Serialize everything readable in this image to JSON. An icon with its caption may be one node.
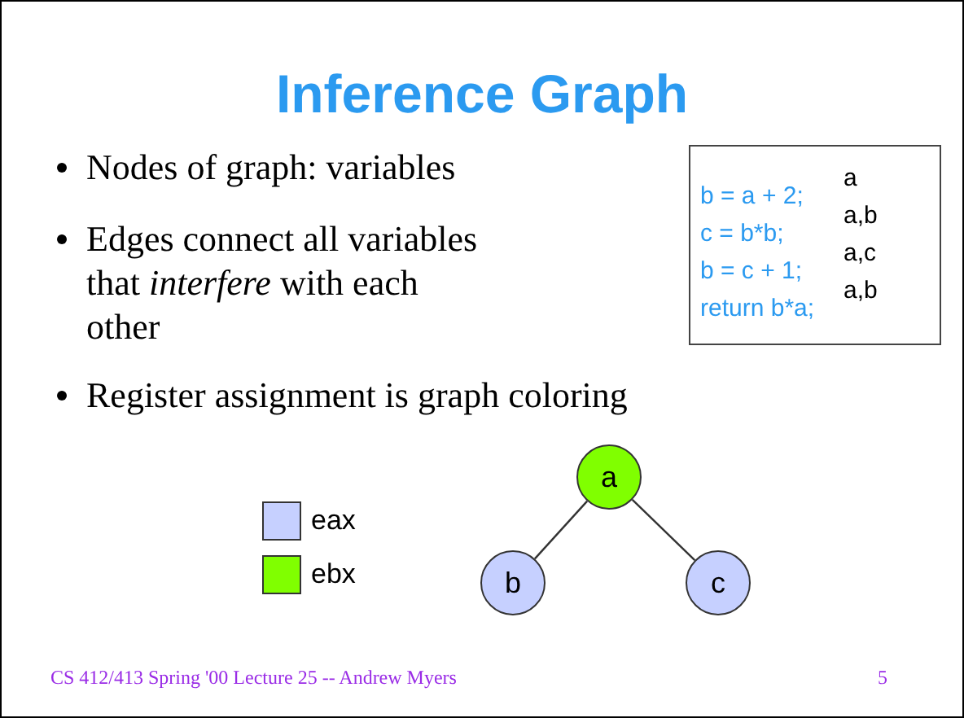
{
  "diagram": {
    "title": "Inference Graph",
    "nodes": [
      {
        "text": [
          "a",
          "b = a + 2;",
          "a,b",
          "c = b*b;",
          "a,c",
          "b = c + 1;",
          "a,b",
          "return b*a;"
        ]
      },
      {
        "text": [
          "a"
        ]
      },
      {
        "text": [
          "b"
        ]
      },
      {
        "text": [
          "c"
        ]
      }
    ],
    "edges": [
      {
        "from": 1,
        "to": 2,
        "arrow": "none"
      },
      {
        "from": 1,
        "to": 3,
        "arrow": "none"
      }
    ],
    "labels": [
      "Nodes of graph: variables",
      "Edges connect all variables that *interfere* with each other",
      "Register assignment is graph coloring",
      "CS 412/413 Spring '00 Lecture 25 -- Andrew Myers",
      "5"
    ],
    "legend": [
      {
        "text": "eax",
        "color": "#c6d0ff"
      },
      {
        "text": "ebx",
        "color": "#80ff00"
      }
    ]
  }
}
